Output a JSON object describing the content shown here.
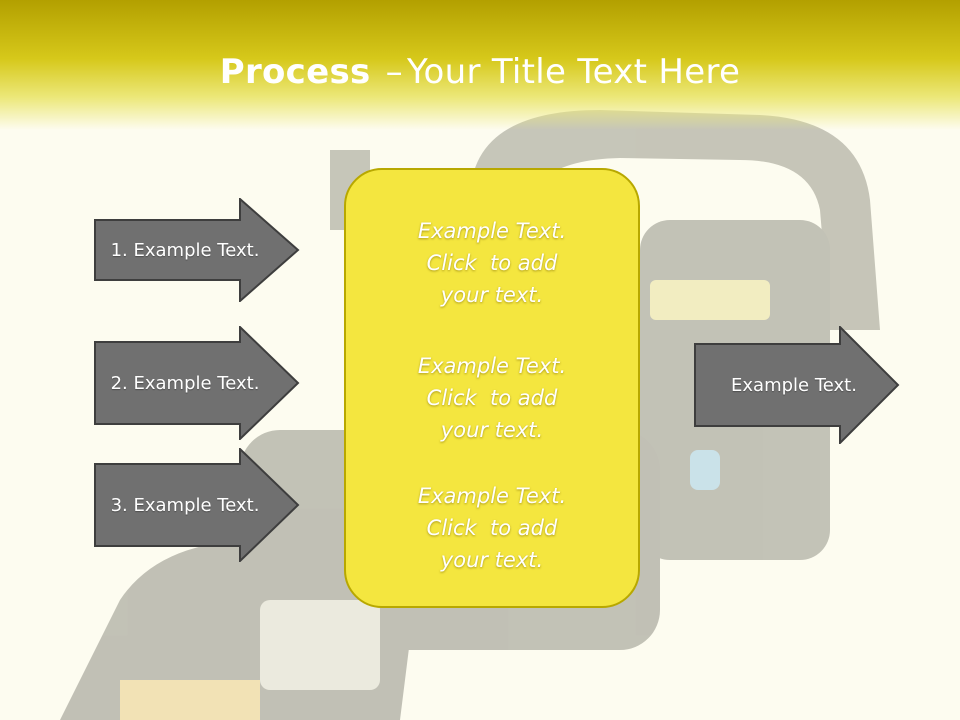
{
  "title": {
    "bold": "Process",
    "dash": "–",
    "rest": "Your Title Text Here"
  },
  "left_arrows": [
    {
      "label": "1. Example Text."
    },
    {
      "label": "2. Example Text."
    },
    {
      "label": "3. Example Text."
    }
  ],
  "right_arrow": {
    "label": "Example Text."
  },
  "center_blocks": [
    {
      "line1": "Example Text.",
      "line2": "Click  to add",
      "line3": "your text."
    },
    {
      "line1": "Example Text.",
      "line2": "Click  to add",
      "line3": "your text."
    },
    {
      "line1": "Example Text.",
      "line2": "Click  to add",
      "line3": "your text."
    }
  ],
  "colors": {
    "header": "#c9b800",
    "box_fill": "#f4e63f",
    "arrow_fill": "#6e6e6e",
    "background": "#fdfcf0"
  }
}
